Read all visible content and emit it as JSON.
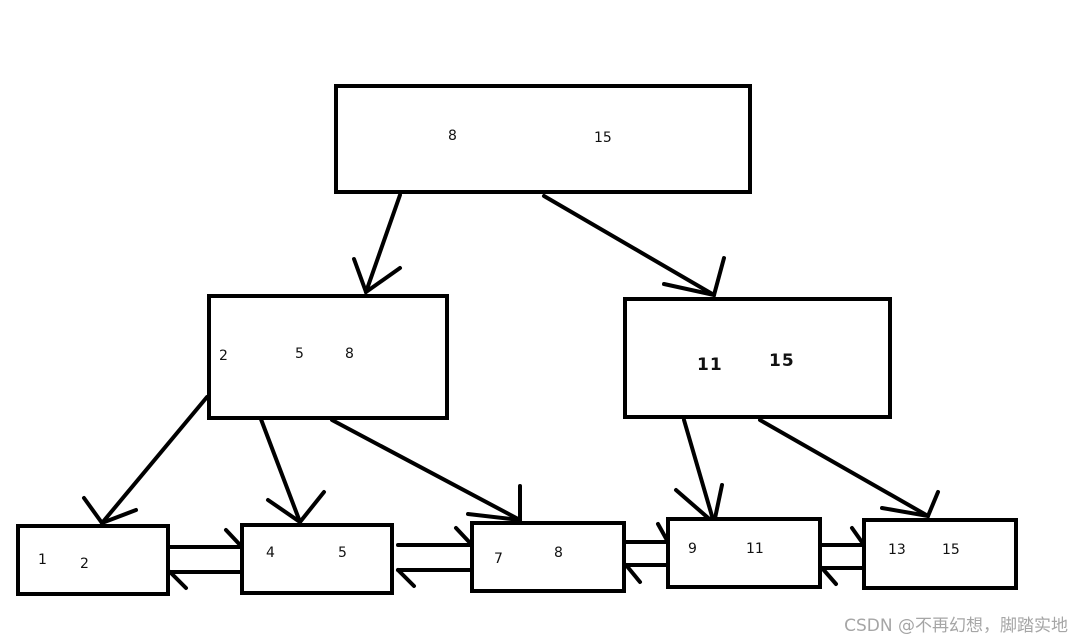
{
  "diagram": {
    "root": {
      "keys": [
        "8",
        "15"
      ]
    },
    "internal_left": {
      "keys": [
        "2",
        "5",
        "8"
      ]
    },
    "internal_right": {
      "keys": [
        "11",
        "15"
      ]
    },
    "leaves": [
      {
        "keys": [
          "1",
          "2"
        ]
      },
      {
        "keys": [
          "4",
          "5"
        ]
      },
      {
        "keys": [
          "7",
          "8"
        ]
      },
      {
        "keys": [
          "9",
          "11"
        ]
      },
      {
        "keys": [
          "13",
          "15"
        ]
      }
    ]
  },
  "watermark": "CSDN @不再幻想，脚踏实地"
}
